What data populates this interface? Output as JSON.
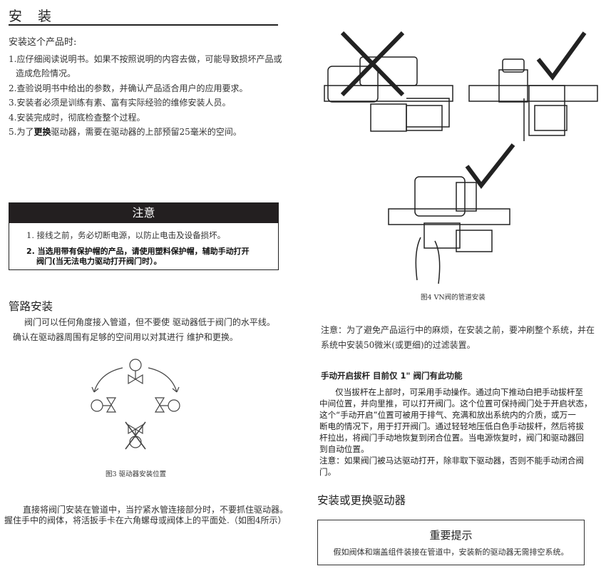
{
  "heading": "安 装",
  "intro": {
    "lead": "安装这个产品时:",
    "items": [
      "1.应仔细阅读说明书。如果不按照说明的内容去做，可能导致损坏产品或",
      "造成危险情况。",
      "2.查验说明书中给出的参数，并确认产品适合用户的应用要求。",
      "3.安装者必须是训练有素、富有实际经验的维修安装人员。",
      "4.安装完成时，彻底检查整个过程。"
    ],
    "item5_prefix": "5.为了",
    "item5_bold": "更换",
    "item5_suffix": "驱动器，需要在驱动器的上部预留25毫米的空间。"
  },
  "notice": {
    "title": "注意",
    "item1": "1. 接线之前，务必切断电源，以防止电击及设备损坏。",
    "item2_line1": "2. 当选用带有保护帽的产品，请使用塑料保护帽，辅助手动打开",
    "item2_line2": "阀门(当无法电力驱动打开阀门时）。"
  },
  "pipe": {
    "title": "管路安装",
    "line1": "阀门可以任何角度接入管道，但不要使 驱动器低于阀门的水平线。",
    "line2": "确认在驱动器周围有足够的空间用以对其进行 维护和更换。",
    "fig3_caption": "图3  驱动器安装位置",
    "para_line1": "直接将阀门安装在管道中，当拧紧水管连接部分时，不要抓住驱动器。",
    "para_line2": "握住手中的阀体，将活扳手卡在六角螺母或阀体上的平面处.（如图4所示）"
  },
  "fig4_caption": "图4  VN阀的管道安装",
  "note": {
    "line1": "注意：为了避免产品运行中的麻烦，在安装之前，要冲刷整个系统，并在",
    "line2": "系统中安装50微米(或更细)的过滤装置。"
  },
  "manual": {
    "title": "手动开启拔杆  目前仅 1\" 阀门有此功能",
    "lines": [
      "      仅当拔杆在上部时，可采用手动操作。通过向下推动白把手动拔杆至",
      "中间位置，并向里推，可以打开阀门。这个位置可保持阀门处于开启状态，",
      "这个“手动开启”位置可被用于排气、充满和放出系统内的介质，或万一",
      "断电的情况下，用于打开阀门。通过轻轻地压低白色手动拔杆，然后将拔",
      "杆拉出，将阀门手动地恢复到闭合位置。当电源恢复时，阀门和驱动器回",
      "到自动位置。",
      "注意：如果阀门被马达驱动打开，除非取下驱动器，否则不能手动闭合阀",
      "门。"
    ]
  },
  "replace": {
    "title": "安装或更换驱动器",
    "box_title": "重要提示",
    "box_text": "假如阀体和端盖组件装接在管道中，安装新的驱动器无需排空系统。"
  }
}
